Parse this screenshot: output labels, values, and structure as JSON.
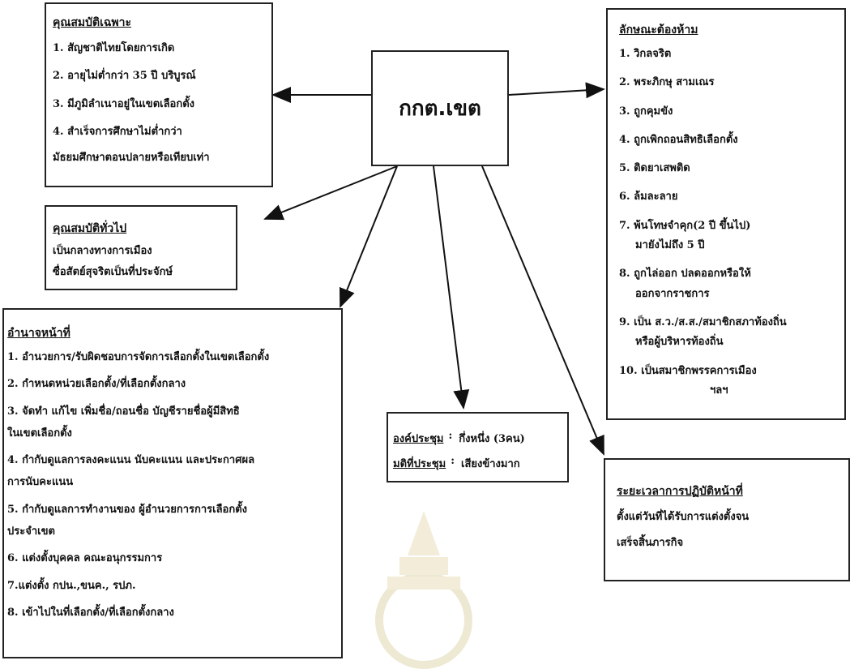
{
  "center": {
    "label": "กกต.เขต"
  },
  "specific_qualifications": {
    "title": "คุณสมบัติเฉพาะ",
    "items": [
      "1. สัญชาติไทยโดยการเกิด",
      "2. อายุไม่ต่ำกว่า 35 ปี บริบูรณ์",
      "3. มีภูมิลำเนาอยู่ในเขตเลือกตั้ง",
      "4. สำเร็จการศึกษาไม่ต่ำกว่า",
      "มัธยมศึกษาตอนปลายหรือเทียบเท่า"
    ]
  },
  "general_qualifications": {
    "title": "คุณสมบัติทั่วไป",
    "items": [
      "เป็นกลางทางการเมือง",
      "ซื่อสัตย์สุจริตเป็นที่ประจักษ์"
    ]
  },
  "prohibitions": {
    "title": "ลักษณะต้องห้าม",
    "items": [
      "1. วิกลจริต",
      "2. พระภิกษุ สามเณร",
      "3. ถูกคุมขัง",
      "4. ถูกเพิกถอนสิทธิเลือกตั้ง",
      "5. ติดยาเสพติด",
      "6. ล้มละลาย",
      "7. พ้นโทษจำคุก(2 ปี ขึ้นไป)",
      "มายังไม่ถึง 5 ปี",
      "8. ถูกไล่ออก ปลดออกหรือให้",
      "ออกจากราชการ",
      "9. เป็น ส.ว./ส.ส./สมาชิกสภาท้องถิ่น",
      "หรือผู้บริหารท้องถิ่น",
      "10. เป็นสมาชิกพรรคการเมือง",
      "ฯลฯ"
    ]
  },
  "duties": {
    "title": "อำนาจหน้าที่",
    "items": [
      "1. อำนวยการ/รับผิดชอบการจัดการเลือกตั้งในเขตเลือกตั้ง",
      "2. กำหนดหน่วยเลือกตั้ง/ที่เลือกตั้งกลาง",
      "3. จัดทำ แก้ไข เพิ่มชื่อ/ถอนชื่อ บัญชีรายชื่อผู้มีสิทธิ",
      "ในเขตเลือกตั้ง",
      "4. กำกับดูแลการลงคะแนน นับคะแนน และประกาศผล",
      "การนับคะแนน",
      "5. กำกับดูแลการทำงานของ ผู้อำนวยการการเลือกตั้ง",
      "ประจำเขต",
      "6. แต่งตั้งบุคคล คณะอนุกรรมการ",
      "7.แต่งตั้ง กปน.,ขนค., รปภ.",
      "8. เข้าไปในที่เลือกตั้ง/ที่เลือกตั้งกลาง"
    ]
  },
  "meeting": {
    "quorum_label": "องค์ประชุม",
    "quorum_value": "กึ่งหนึ่ง (3คน)",
    "resolution_label": "มติที่ประชุม",
    "resolution_value": "เสียงข้างมาก"
  },
  "term": {
    "title": "ระยะเวลาการปฏิบัติหน้าที่",
    "items": [
      "ตั้งแต่วันที่ได้รับการแต่งตั้งจน",
      "เสร็จสิ้นภารกิจ"
    ]
  }
}
